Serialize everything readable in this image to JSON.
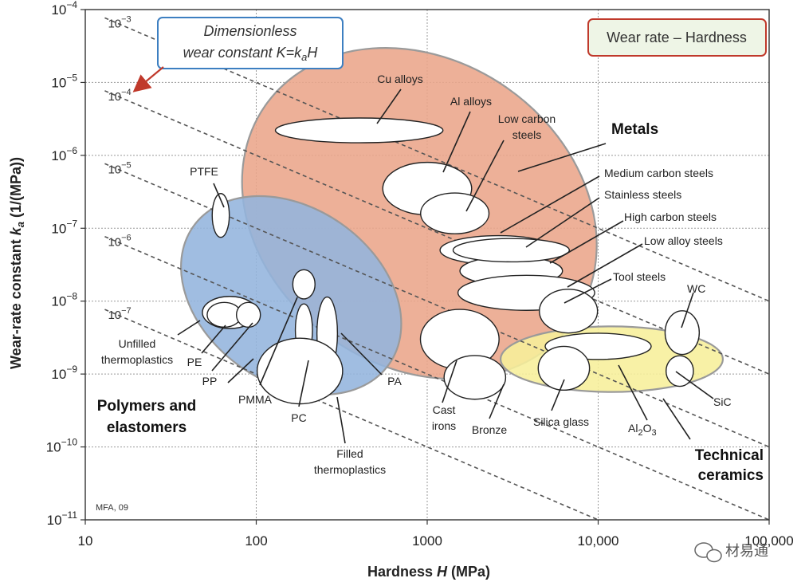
{
  "chart_data": {
    "type": "scatter",
    "xlabel_prefix": "Hardness ",
    "xlabel_var": "H",
    "xlabel_unit": " (MPa)",
    "ylabel_prefix": "Wear-rate constant ",
    "ylabel_var": "k",
    "ylabel_sub": "a",
    "ylabel_unit": " (1/(MPa))",
    "x_scale": "log",
    "y_scale": "log",
    "xlim": [
      10,
      100000
    ],
    "ylim": [
      1e-11,
      0.0001
    ],
    "grid": true,
    "x_ticks": [
      {
        "value": 10,
        "label": "10"
      },
      {
        "value": 100,
        "label": "100"
      },
      {
        "value": 1000,
        "label": "1000"
      },
      {
        "value": 10000,
        "label": "10,000"
      },
      {
        "value": 100000,
        "label": "100,000"
      }
    ],
    "y_ticks": [
      {
        "value": 0.0001,
        "base": "10",
        "exp": "−4"
      },
      {
        "value": 1e-05,
        "base": "10",
        "exp": "−5"
      },
      {
        "value": 1e-06,
        "base": "10",
        "exp": "−6"
      },
      {
        "value": 1e-07,
        "base": "10",
        "exp": "−7"
      },
      {
        "value": 1e-08,
        "base": "10",
        "exp": "−8"
      },
      {
        "value": 1e-09,
        "base": "10",
        "exp": "−9"
      },
      {
        "value": 1e-10,
        "base": "10",
        "exp": "−10"
      },
      {
        "value": 1e-11,
        "base": "10",
        "exp": "−11"
      }
    ],
    "guide_lines": [
      {
        "K": 0.001,
        "base": "10",
        "exp": "−3",
        "x1": 13,
        "x2": 100000
      },
      {
        "K": 0.0001,
        "base": "10",
        "exp": "−4",
        "x1": 13,
        "x2": 100000
      },
      {
        "K": 1e-05,
        "base": "10",
        "exp": "−5",
        "x1": 13,
        "x2": 100000
      },
      {
        "K": 1e-06,
        "base": "10",
        "exp": "−6",
        "x1": 13,
        "x2": 100000
      },
      {
        "K": 1e-07,
        "base": "10",
        "exp": "−7",
        "x1": 13,
        "x2": 100000
      }
    ],
    "families": [
      {
        "name": "Metals",
        "color": "#eaa58a",
        "cx": 900,
        "cy": 1.6e-07,
        "rx_dec": 1.1,
        "ry_dec": 2.1,
        "angle": 35
      },
      {
        "name": "Polymers and elastomers",
        "color": "#93b4dd",
        "cx": 160,
        "cy": 1.2e-08,
        "rx_dec": 0.7,
        "ry_dec": 1.2,
        "angle": 35
      },
      {
        "name": "Technical ceramics",
        "color": "#f7ef9a",
        "cx": 12000,
        "cy": 1.6e-09,
        "rx_dec": 0.65,
        "ry_dec": 0.45,
        "angle": 0
      }
    ],
    "materials": [
      {
        "name": "Cu alloys",
        "cx": 400,
        "cy": 2.2e-06,
        "rx_dec": 0.49,
        "ry_dec": 0.17
      },
      {
        "name": "Al alloys",
        "cx": 1000,
        "cy": 3.5e-07,
        "rx_dec": 0.26,
        "ry_dec": 0.36
      },
      {
        "name": "Low carbon steels",
        "cx": 1450,
        "cy": 1.6e-07,
        "rx_dec": 0.2,
        "ry_dec": 0.28
      },
      {
        "name": "Medium carbon steels",
        "cx": 2600,
        "cy": 5e-08,
        "rx_dec": 0.34,
        "ry_dec": 0.2
      },
      {
        "name": "Stainless steels",
        "cx": 3100,
        "cy": 2.6e-08,
        "rx_dec": 0.3,
        "ry_dec": 0.2
      },
      {
        "name": "High carbon steels",
        "cx": 3800,
        "cy": 1.3e-08,
        "rx_dec": 0.4,
        "ry_dec": 0.24
      },
      {
        "name": "Low alloy steels",
        "cx": 3100,
        "cy": 5e-08,
        "rx_dec": 0.34,
        "ry_dec": 0.16
      },
      {
        "name": "Tool steels",
        "cx": 6700,
        "cy": 7.3e-09,
        "rx_dec": 0.17,
        "ry_dec": 0.3
      },
      {
        "name": "Cast irons",
        "cx": 1550,
        "cy": 3e-09,
        "rx_dec": 0.23,
        "ry_dec": 0.41
      },
      {
        "name": "Bronze",
        "cx": 1900,
        "cy": 9e-10,
        "rx_dec": 0.18,
        "ry_dec": 0.3
      },
      {
        "name": "WC",
        "cx": 31000,
        "cy": 3.7e-09,
        "rx_dec": 0.1,
        "ry_dec": 0.3
      },
      {
        "name": "SiC",
        "cx": 30000,
        "cy": 1.1e-09,
        "rx_dec": 0.08,
        "ry_dec": 0.21
      },
      {
        "name": "Al2O3",
        "cx": 10000,
        "cy": 2.4e-09,
        "rx_dec": 0.31,
        "ry_dec": 0.18
      },
      {
        "name": "Silica glass",
        "cx": 6300,
        "cy": 1.2e-09,
        "rx_dec": 0.15,
        "ry_dec": 0.3
      },
      {
        "name": "PTFE",
        "cx": 62,
        "cy": 1.5e-07,
        "rx_dec": 0.05,
        "ry_dec": 0.3
      },
      {
        "name": "Unfilled thermoplastics",
        "cx": 70,
        "cy": 7e-09,
        "rx_dec": 0.16,
        "ry_dec": 0.22
      },
      {
        "name": "PE",
        "cx": 65,
        "cy": 6.5e-09,
        "rx_dec": 0.1,
        "ry_dec": 0.17
      },
      {
        "name": "PP",
        "cx": 90,
        "cy": 6.5e-09,
        "rx_dec": 0.07,
        "ry_dec": 0.17
      },
      {
        "name": "PMMA",
        "cx": 190,
        "cy": 1.7e-08,
        "rx_dec": 0.065,
        "ry_dec": 0.2
      },
      {
        "name": "PC",
        "cx": 190,
        "cy": 4e-09,
        "rx_dec": 0.05,
        "ry_dec": 0.36
      },
      {
        "name": "PA",
        "cx": 260,
        "cy": 3.6e-09,
        "rx_dec": 0.06,
        "ry_dec": 0.5
      },
      {
        "name": "Filled thermoplastics",
        "cx": 180,
        "cy": 1.1e-09,
        "rx_dec": 0.25,
        "ry_dec": 0.45
      }
    ],
    "labels": {
      "cu_alloys": "Cu alloys",
      "al_alloys": "Al alloys",
      "low_carbon_1": "Low carbon",
      "low_carbon_2": "steels",
      "metals": "Metals",
      "medium_carbon": "Medium carbon steels",
      "stainless": "Stainless steels",
      "high_carbon": "High carbon steels",
      "low_alloy": "Low alloy steels",
      "tool_steels": "Tool steels",
      "wc": "WC",
      "sic": "SiC",
      "al2o3_a": "Al",
      "al2o3_b": "2",
      "al2o3_c": "O",
      "al2o3_d": "3",
      "silica": "Silica glass",
      "bronze": "Bronze",
      "cast_1": "Cast",
      "cast_2": "irons",
      "ptfe": "PTFE",
      "unfilled_1": "Unfilled",
      "unfilled_2": "thermoplastics",
      "pe": "PE",
      "pp": "PP",
      "pmma": "PMMA",
      "pc": "PC",
      "pa": "PA",
      "filled_1": "Filled",
      "filled_2": "thermoplastics",
      "polymers_1": "Polymers and",
      "polymers_2": "elastomers",
      "technical_1": "Technical",
      "technical_2": "ceramics"
    },
    "annotations": {
      "dimless_line1": "Dimensionless",
      "dimless_line2_a": "wear constant ",
      "dimless_line2_b": "K",
      "dimless_line2_c": "=",
      "dimless_line2_d": "k",
      "dimless_line2_e": "a",
      "dimless_line2_f": "H",
      "title_box": "Wear rate – Hardness",
      "credit": "MFA, 09",
      "watermark": "材易通"
    }
  }
}
